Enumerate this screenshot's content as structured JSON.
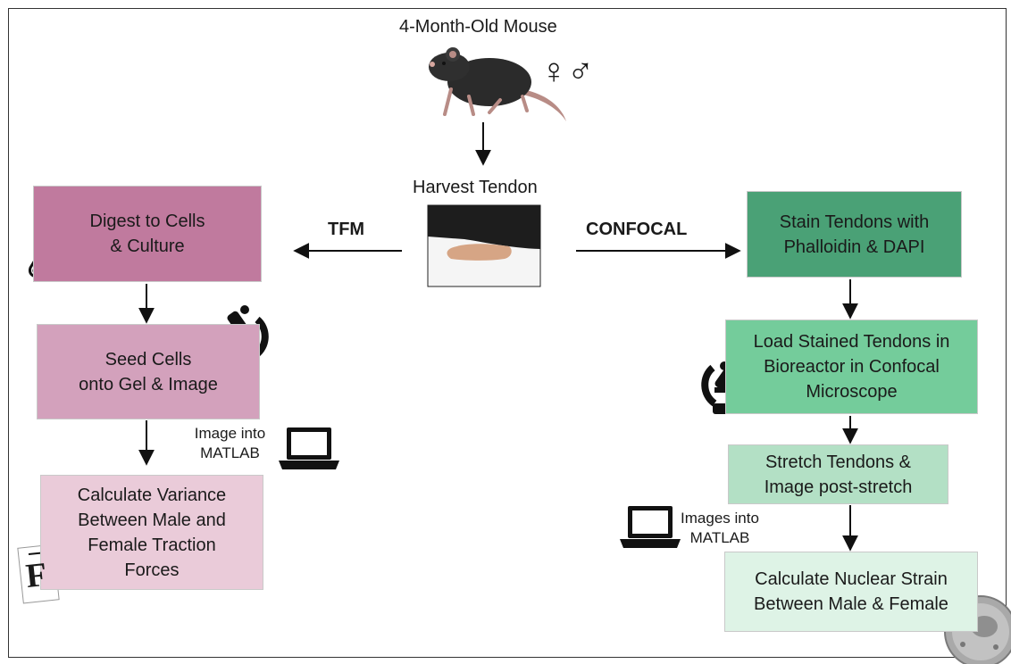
{
  "top": {
    "mouse_label": "4-Month-Old Mouse",
    "sex_symbols": "♀♂",
    "harvest_label": "Harvest Tendon"
  },
  "branches": {
    "left_label": "TFM",
    "right_label": "CONFOCAL"
  },
  "left": {
    "step1": "Digest to Cells\n& Culture",
    "step2": "Seed Cells\nonto Gel & Image",
    "note": "Image into\nMATLAB",
    "step3": "Calculate Variance\nBetween Male and\nFemale Traction\nForces",
    "force_symbol": "F"
  },
  "right": {
    "step1": "Stain Tendons with\nPhalloidin & DAPI",
    "step2": "Load Stained Tendons in\nBioreactor in Confocal\nMicroscope",
    "step3": "Stretch Tendons &\nImage post-stretch",
    "note": "Images into\nMATLAB",
    "step4": "Calculate Nuclear Strain\nBetween Male & Female"
  },
  "colors": {
    "left1": "#c07a9e",
    "left2": "#d3a1bc",
    "left3": "#eacbd9",
    "right1": "#4aa176",
    "right2": "#74cc9b",
    "right3": "#b3e0c5",
    "right4": "#def3e6"
  }
}
